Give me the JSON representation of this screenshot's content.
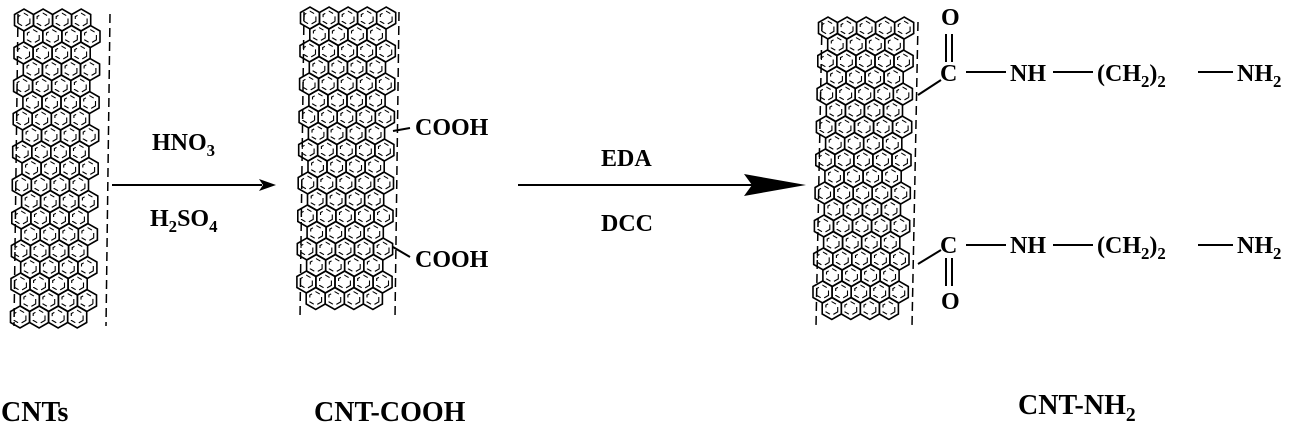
{
  "compounds": {
    "cnts": {
      "name": "CNTs"
    },
    "cnt_cooh": {
      "name": "CNT-COOH",
      "groups": [
        "COOH",
        "COOH"
      ]
    },
    "cnt_nh2": {
      "name_main": "CNT-NH",
      "name_sub": "2"
    }
  },
  "step1": {
    "above": {
      "main": "HNO",
      "sub": "3"
    },
    "below": {
      "a": "H",
      "a_sub": "2",
      "b": "SO",
      "b_sub": "4"
    }
  },
  "step2": {
    "above": "EDA",
    "below": "DCC"
  },
  "amide": {
    "oxygen": "O",
    "carbon": "C",
    "nh": "NH",
    "ch2_open": "(CH",
    "ch2_sub": "2",
    "ch2_close": ")",
    "n_sub": "2",
    "nh2_main": "NH",
    "nh2_sub": "2"
  }
}
